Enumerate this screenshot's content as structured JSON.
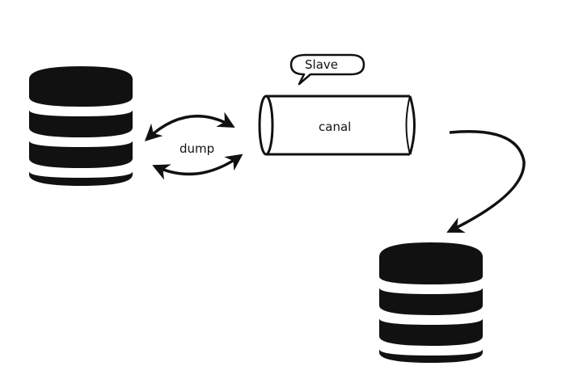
{
  "labels": {
    "slave": "Slave",
    "canal": "canal",
    "dump": "dump"
  },
  "icons": {
    "source_db": "database-icon",
    "target_db": "database-icon",
    "pipe": "pipe-cylinder-icon",
    "callout": "speech-bubble-icon",
    "sync": "bidirectional-arrows-icon",
    "flow": "curved-arrow-icon"
  },
  "colors": {
    "ink": "#111111",
    "background": "#ffffff"
  }
}
